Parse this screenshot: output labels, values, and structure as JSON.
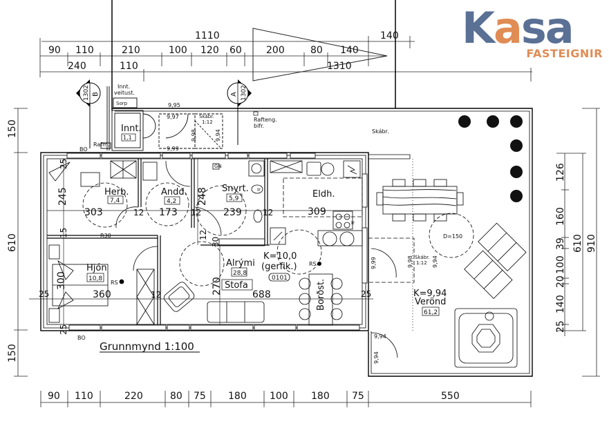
{
  "logo": {
    "brand_letters": [
      "K",
      "a",
      "s",
      "a"
    ],
    "subtitle": "FASTEIGNIR",
    "colors": {
      "primary": "#5a7095",
      "accent": "#e08c55"
    }
  },
  "drawing": {
    "title": "Grunnmynd  1:100",
    "section_markers": [
      {
        "letter": "B",
        "sheet": "1302"
      },
      {
        "letter": "A",
        "sheet": "1302"
      }
    ]
  },
  "dimensions": {
    "top_overall": [
      "1110",
      "140"
    ],
    "top_row1": [
      "90",
      "110",
      "210",
      "100",
      "120",
      "60",
      "200",
      "80",
      "140"
    ],
    "top_row2": [
      "240",
      "110",
      "1310"
    ],
    "bottom": [
      "90",
      "110",
      "220",
      "80",
      "75",
      "180",
      "100",
      "180",
      "75",
      "550"
    ],
    "left": [
      "150",
      "610",
      "150"
    ],
    "right_inner": [
      "126",
      "160",
      "39",
      "100",
      "20",
      "140",
      "25"
    ],
    "right_mid": "610",
    "right_outer": "910"
  },
  "rooms": [
    {
      "name": "Innt.",
      "area": "1,1"
    },
    {
      "name": "Herb.",
      "area": "7,4",
      "width": "303",
      "height": "245"
    },
    {
      "name": "Andd.",
      "area": "4,2",
      "width": "173"
    },
    {
      "name": "Snyrt.",
      "area": "5,9",
      "width": "239",
      "height": "248"
    },
    {
      "name": "Eldh.",
      "width": "309"
    },
    {
      "name": "Hjón",
      "area": "10,8",
      "width": "360",
      "height": "300"
    },
    {
      "name": "Alrými",
      "area": "28,8",
      "width": "688",
      "height": "270"
    },
    {
      "name": "Stofa"
    },
    {
      "name": "Borðst."
    },
    {
      "name": "Verönd",
      "area": "61,2"
    }
  ],
  "annotations": {
    "innt_veitust": [
      "Innt.",
      "veitust."
    ],
    "sorp": "Sorp",
    "rafm": "Rafm.",
    "bo_top": "BO",
    "bo_bottom": "BO",
    "rafteng": [
      "Rafteng.",
      "bifr."
    ],
    "skabr": "Skábr.",
    "skabr_ramp_top": [
      "Skábr.",
      "1:12"
    ],
    "skabr_ramp_deck": [
      "Skábr.",
      "1:12"
    ],
    "r30": "R30",
    "rs1": "RS",
    "rs2": "RS",
    "k_main": "K=10,0",
    "gerfik": "(gerfik.)",
    "unit_id": "0101",
    "k_deck": "K=9,94",
    "d150": "D=150",
    "ir1": "Ir",
    "ir2": "Ir",
    "gn": "GN",
    "levels": {
      "l995": "9,95",
      "l997": "9,97",
      "l998": "9,98",
      "l994": "9,94",
      "l999": "9,99",
      "l999b": "9,99",
      "l998b": "9,98",
      "l994b": "9,94",
      "l994c": "9,94",
      "l994d": "9,94"
    },
    "wall_dims": {
      "w25a": "25",
      "w25b": "25",
      "w25c": "25",
      "w25d": "25",
      "w15": "15",
      "w12a": "12",
      "w12b": "12",
      "w12c": "12",
      "w12d": "12",
      "w12e": "12",
      "w30": "30"
    }
  }
}
